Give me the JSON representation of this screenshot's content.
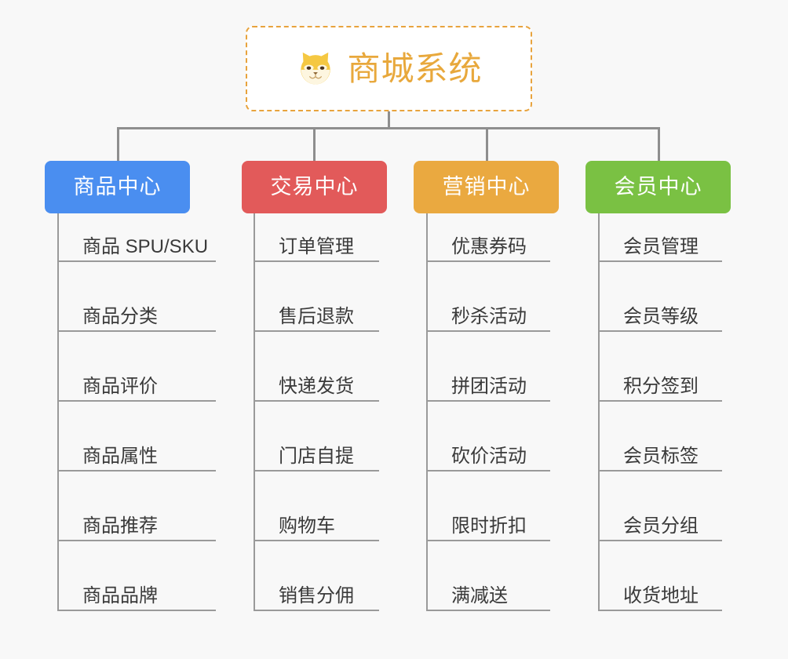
{
  "page": {
    "background_color": "#f8f8f8",
    "type": "org-chart"
  },
  "root": {
    "icon": "shiba-dog-face-emoji",
    "title": "商城系统",
    "border_color": "#e8a33d",
    "title_color": "#e8a83c",
    "background_color": "#ffffff"
  },
  "connector": {
    "color": "#8e8e8e"
  },
  "categories": [
    {
      "label": "商品中心",
      "color": "#4a8ef0",
      "items": [
        "商品 SPU/SKU",
        "商品分类",
        "商品评价",
        "商品属性",
        "商品推荐",
        "商品品牌"
      ]
    },
    {
      "label": "交易中心",
      "color": "#e25a5a",
      "items": [
        "订单管理",
        "售后退款",
        "快递发货",
        "门店自提",
        "购物车",
        "销售分佣"
      ]
    },
    {
      "label": "营销中心",
      "color": "#eaa940",
      "items": [
        "优惠券码",
        "秒杀活动",
        "拼团活动",
        "砍价活动",
        "限时折扣",
        "满减送"
      ]
    },
    {
      "label": "会员中心",
      "color": "#7ac143",
      "items": [
        "会员管理",
        "会员等级",
        "积分签到",
        "会员标签",
        "会员分组",
        "收货地址"
      ]
    }
  ]
}
